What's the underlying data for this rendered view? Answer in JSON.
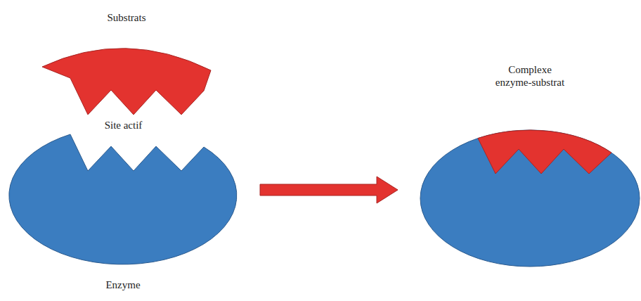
{
  "diagram": {
    "nodes": [
      {
        "text": [
          "Substrats"
        ]
      },
      {
        "text": [
          "Enzyme"
        ]
      },
      {
        "text": [
          "Complexe enzyme-substrat"
        ]
      }
    ],
    "edges": [
      {
        "from": 1,
        "to": 2,
        "arrow": "to"
      }
    ],
    "labels": [
      "Site actif"
    ]
  }
}
